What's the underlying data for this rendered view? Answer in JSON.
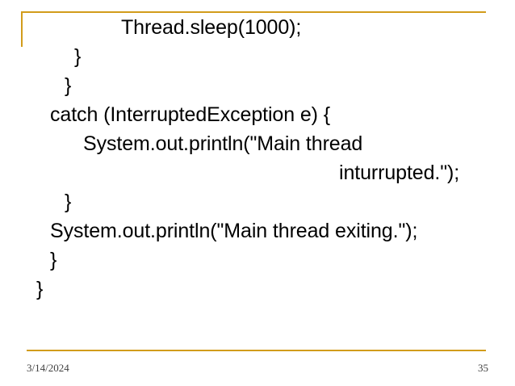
{
  "slide": {
    "background_color": "#ffffff",
    "accent_color": "#D29C1B",
    "text_color": "#000000",
    "code_lines": [
      {
        "indent": 6,
        "text": "Thread.sleep(1000);"
      },
      {
        "indent": 3,
        "text": "}"
      },
      {
        "indent": 2,
        "text": "}"
      },
      {
        "indent": 1,
        "text": "catch (InterruptedException e) {"
      },
      {
        "indent": 4,
        "text": "System.out.println(\"Main thread"
      },
      {
        "indent": 7,
        "text": "inturrupted.\");"
      },
      {
        "indent": 2,
        "text": "}"
      },
      {
        "indent": 1,
        "text": "System.out.println(\"Main thread exiting.\");"
      },
      {
        "indent": 1,
        "text": "}"
      },
      {
        "indent": 0,
        "text": "}"
      }
    ]
  },
  "footer": {
    "date": "3/14/2024",
    "page_number": "35"
  }
}
